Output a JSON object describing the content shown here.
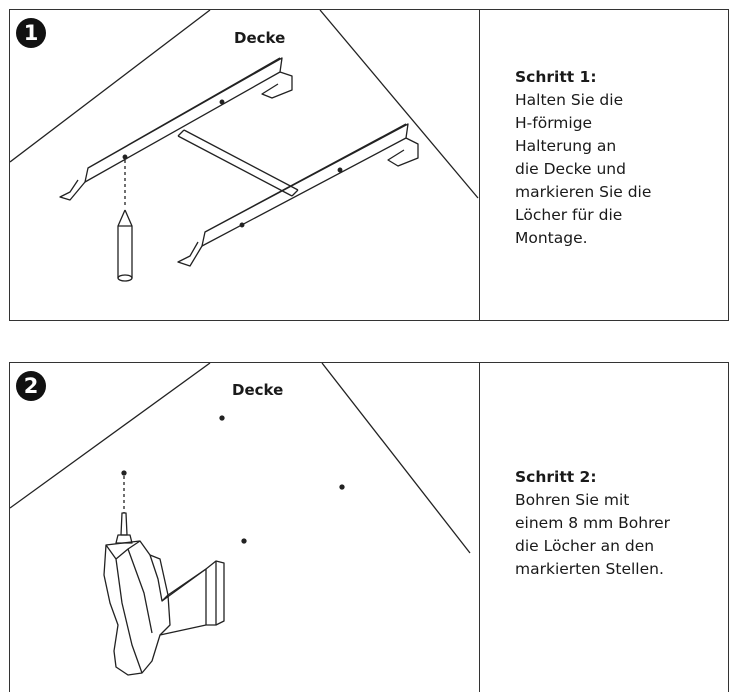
{
  "step1": {
    "number": "1",
    "surface_label": "Decke",
    "heading": "Schritt 1:",
    "lines": [
      "Halten Sie die",
      "H-förmige",
      "Halterung an",
      "die Decke und",
      "markieren Sie die",
      "Löcher für die",
      "Montage."
    ]
  },
  "step2": {
    "number": "2",
    "surface_label": "Decke",
    "heading": "Schritt 2:",
    "lines": [
      "Bohren Sie mit",
      "einem 8 mm Bohrer",
      "die Löcher an den",
      "markierten Stellen."
    ]
  }
}
